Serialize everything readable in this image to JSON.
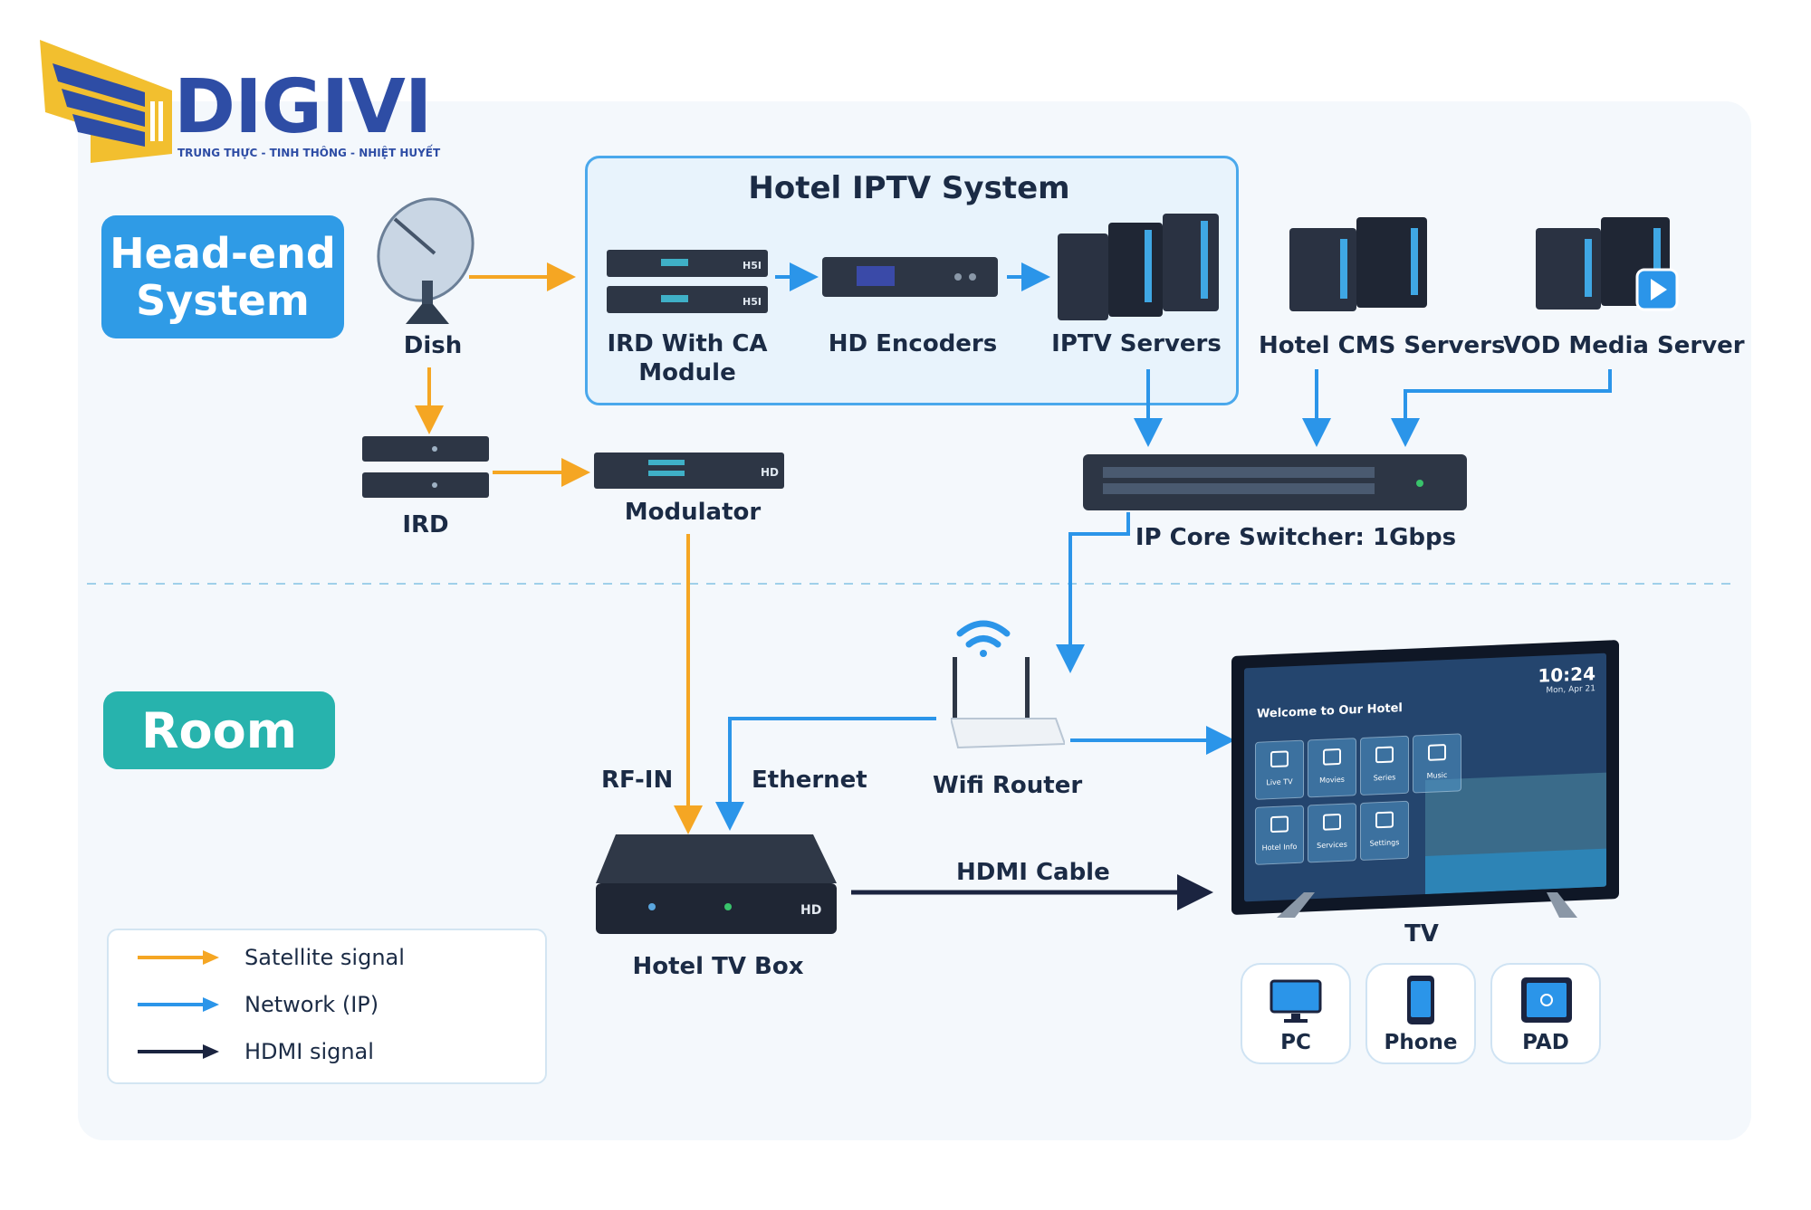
{
  "logo": {
    "name": "DIGIVI",
    "tagline": "TRUNG THỰC - TINH THÔNG - NHIỆT HUYẾT"
  },
  "sections": {
    "headend": "Head-end\nSystem",
    "room": "Room"
  },
  "iptv_system": {
    "title": "Hotel IPTV System"
  },
  "labels": {
    "dish": "Dish",
    "ird_ca": "IRD With CA\nModule",
    "hd_encoders": "HD Encoders",
    "iptv_servers": "IPTV Servers",
    "cms_servers": "Hotel CMS Servers",
    "vod_server": "VOD Media Server",
    "ird": "IRD",
    "modulator": "Modulator",
    "core_switch": "IP Core Switcher: 1Gbps",
    "wifi_router": "Wifi Router",
    "rf_in": "RF-IN",
    "ethernet": "Ethernet",
    "hdmi_cable": "HDMI Cable",
    "tv_box": "Hotel TV Box",
    "tv": "TV",
    "pc": "PC",
    "phone": "Phone",
    "pad": "PAD"
  },
  "device_badges": {
    "ird_top": "H5I",
    "ird_bottom": "H5I",
    "modulator": "HD",
    "tv_box": "HD"
  },
  "tv_screen": {
    "welcome": "Welcome to Our Hotel",
    "time": "10:24",
    "date": "Mon, Apr 21",
    "tiles": [
      {
        "label": "Live TV",
        "icon": "live-tv-icon"
      },
      {
        "label": "Movies",
        "icon": "movies-icon"
      },
      {
        "label": "Series",
        "icon": "series-icon"
      },
      {
        "label": "Music",
        "icon": "music-icon"
      },
      {
        "label": "Hotel Info",
        "icon": "hotel-info-icon"
      },
      {
        "label": "Services",
        "icon": "services-icon"
      },
      {
        "label": "Settings",
        "icon": "settings-icon"
      }
    ]
  },
  "legend": [
    {
      "label": "Satellite signal",
      "color": "#f5a623"
    },
    {
      "label": "Network (IP)",
      "color": "#2b95e9"
    },
    {
      "label": "HDMI signal",
      "color": "#1b2440"
    }
  ],
  "colors": {
    "satellite": "#f5a623",
    "network": "#2b95e9",
    "hdmi": "#1b2440",
    "headend_pill": "#2f9be6",
    "room_pill": "#27b3ad",
    "logo_blue": "#2e4da5",
    "logo_gold": "#f2bf2f"
  }
}
